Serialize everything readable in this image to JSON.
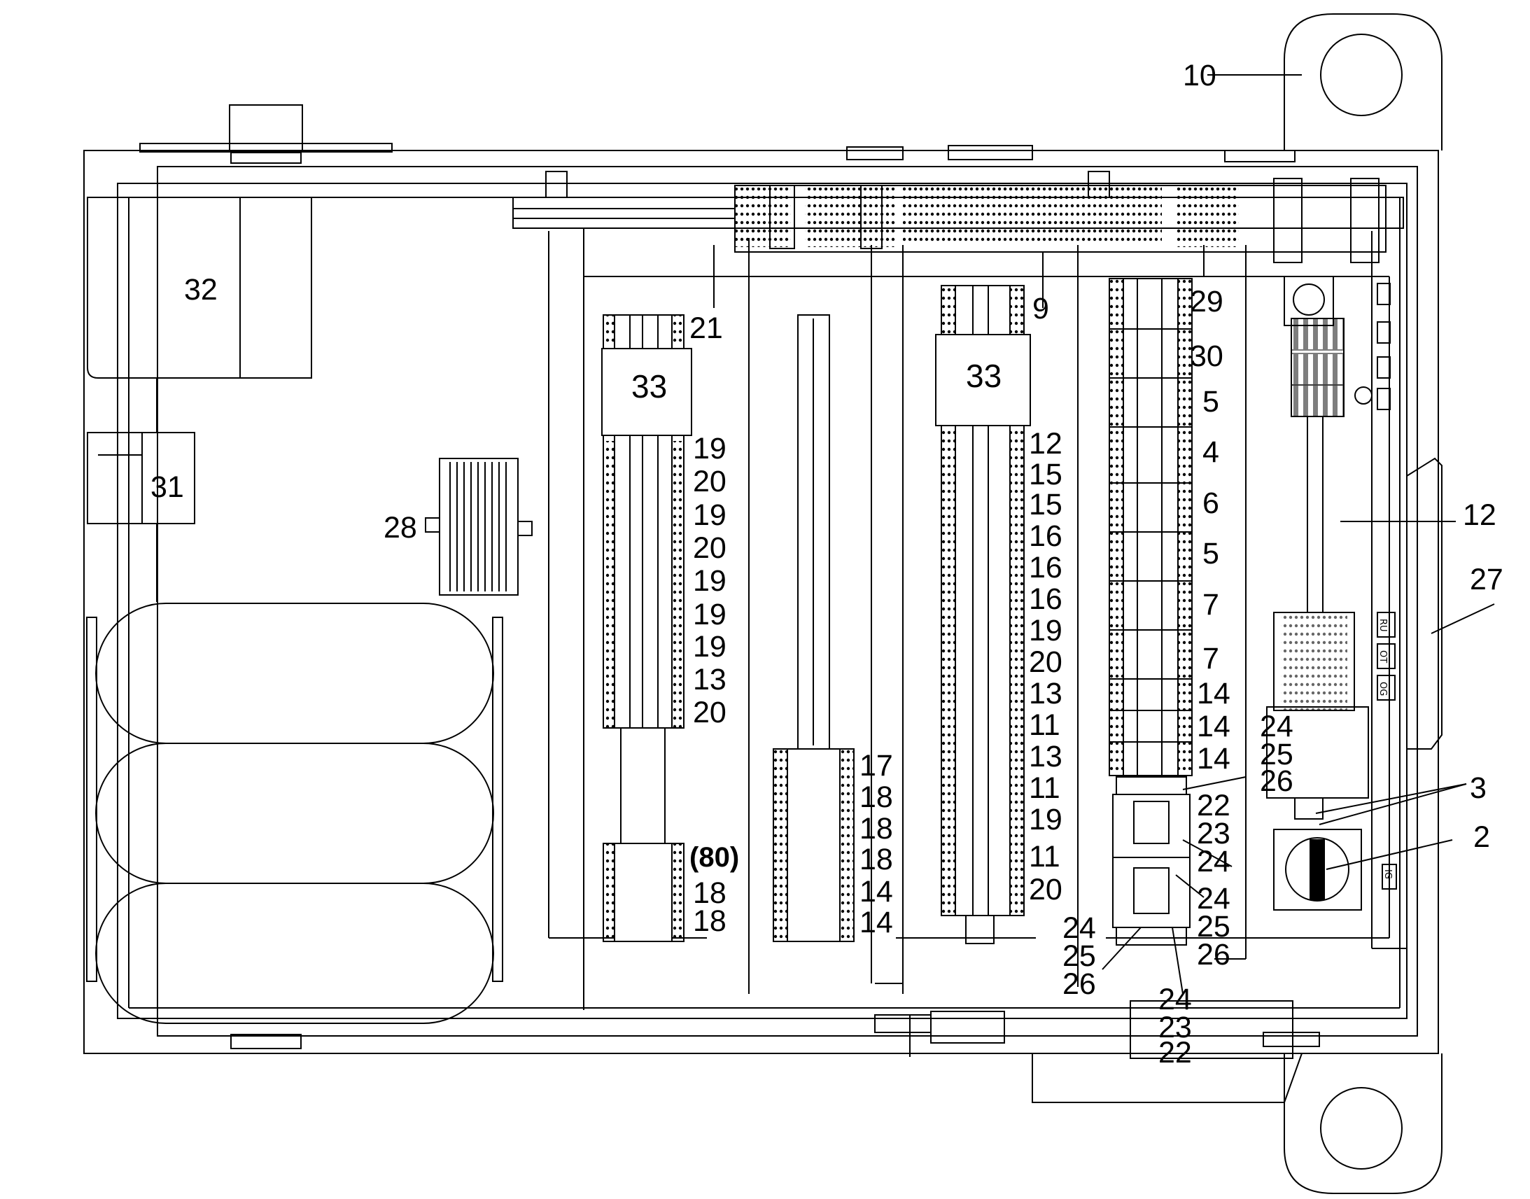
{
  "labels": {
    "l10": "10",
    "l32": "32",
    "l31": "31",
    "l28": "28",
    "l33a": "33",
    "l33b": "33",
    "l21": "21",
    "l9": "9",
    "l29": "29",
    "l30": "30",
    "l12r": "12",
    "l27": "27",
    "l3": "3",
    "l2": "2",
    "l80": "(80)",
    "col1": [
      "19",
      "20",
      "19",
      "20",
      "19",
      "19",
      "19",
      "13",
      "20"
    ],
    "col1b": [
      "18",
      "18"
    ],
    "col2": [
      "17",
      "18",
      "18",
      "18",
      "14",
      "14"
    ],
    "col3": [
      "12",
      "15",
      "15",
      "16",
      "16",
      "16",
      "19",
      "20",
      "13",
      "11",
      "13",
      "11",
      "19",
      "11",
      "20"
    ],
    "col4": [
      "5",
      "4",
      "6",
      "5",
      "7",
      "7",
      "14",
      "14",
      "14"
    ],
    "mid": [
      "24",
      "25",
      "26",
      "22",
      "23",
      "24",
      "24",
      "25",
      "26"
    ],
    "low": [
      "24",
      "25",
      "26"
    ],
    "bottom": [
      "24",
      "23",
      "22"
    ]
  },
  "device_marks": {
    "side_tags": [
      "RU",
      "OT",
      "OG",
      "IG"
    ]
  }
}
